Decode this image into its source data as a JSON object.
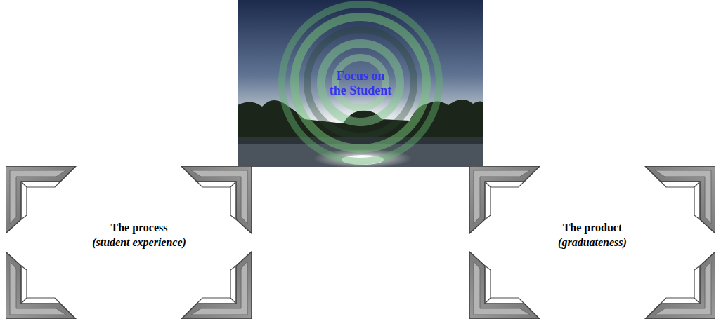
{
  "diagram": {
    "nodes": [
      {
        "text": [
          "Focus on the Student"
        ]
      },
      {
        "text": [
          "The process",
          "(student experience)"
        ]
      },
      {
        "text": [
          "The product",
          "(graduateness)"
        ]
      }
    ]
  }
}
